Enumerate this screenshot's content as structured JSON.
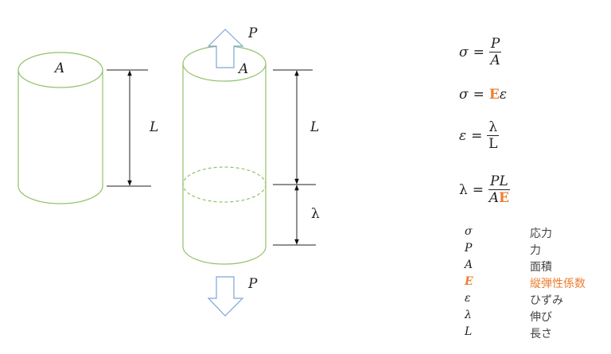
{
  "diagram": {
    "left_cylinder": {
      "area_label": "A",
      "length_label": "L"
    },
    "right_cylinder": {
      "area_label": "A",
      "length_label": "L",
      "elongation_label": "λ",
      "force_top_label": "P",
      "force_bottom_label": "P"
    }
  },
  "formulas": [
    {
      "lhs": "σ",
      "eq": "=",
      "num": "P",
      "den": "A"
    },
    {
      "lhs": "σ",
      "eq": "=",
      "E": "E",
      "rest": "ε"
    },
    {
      "lhs": "ε",
      "eq": "=",
      "num": "λ",
      "den": "L"
    },
    {
      "lhs": "λ",
      "eq": "=",
      "num": "PL",
      "den_a": "A",
      "den_e": "E"
    }
  ],
  "legend": [
    {
      "symbol": "σ",
      "meaning": "応力"
    },
    {
      "symbol": "P",
      "meaning": "力"
    },
    {
      "symbol": "A",
      "meaning": "面積"
    },
    {
      "symbol": "E",
      "meaning": "縦弾性係数"
    },
    {
      "symbol": "ε",
      "meaning": "ひずみ"
    },
    {
      "symbol": "λ",
      "meaning": "伸び"
    },
    {
      "symbol": "L",
      "meaning": "長さ"
    }
  ],
  "colors": {
    "cylinder": "#8fc26a",
    "arrow": "#7fa3dc",
    "highlight": "#ed7d31"
  }
}
